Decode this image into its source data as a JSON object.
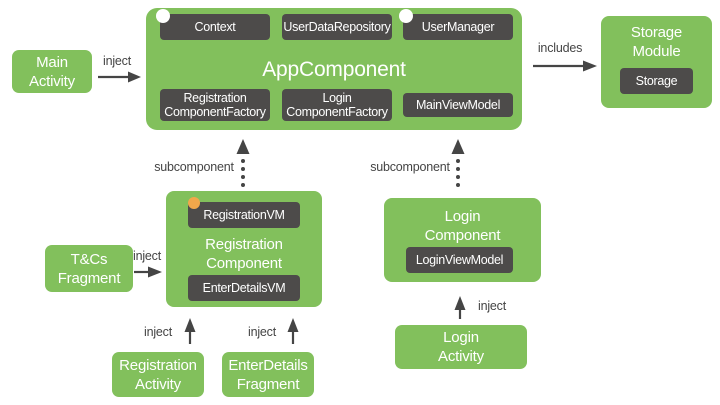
{
  "diagram_title": "Dagger component dependency diagram",
  "colors": {
    "node_green": "#82C05C",
    "chip_dark": "#4D4B4A",
    "arrow_gray": "#454545",
    "scope_dot_white": "#FFFFFF",
    "scope_dot_orange": "#F2A74B",
    "text_white": "#FFFFFF"
  },
  "app_component": {
    "title": "AppComponent",
    "provisions": [
      "Context",
      "UserDataRepository",
      "UserManager"
    ],
    "factories": [
      [
        "Registration",
        "ComponentFactory"
      ],
      [
        "Login",
        "ComponentFactory"
      ],
      [
        "MainViewModel",
        ""
      ]
    ]
  },
  "nodes": {
    "main_activity": {
      "lines": [
        "Main",
        "Activity"
      ]
    },
    "storage_module": {
      "lines": [
        "Storage",
        "Module"
      ],
      "inner": "Storage"
    },
    "registration_component": {
      "lines": [
        "Registration",
        "Component"
      ],
      "top_chip": "RegistrationVM",
      "bottom_chip": "EnterDetailsVM"
    },
    "login_component": {
      "lines": [
        "Login",
        "Component"
      ],
      "chip": "LoginViewModel"
    },
    "tcs_fragment": {
      "lines": [
        "T&Cs",
        "Fragment"
      ]
    },
    "registration_activity": {
      "lines": [
        "Registration",
        "Activity"
      ]
    },
    "enterdetails_fragment": {
      "lines": [
        "EnterDetails",
        "Fragment"
      ]
    },
    "login_activity": {
      "lines": [
        "Login",
        "Activity"
      ]
    }
  },
  "edges": {
    "main_inject": "inject",
    "includes": "includes",
    "sub_registration": "subcomponent",
    "sub_login": "subcomponent",
    "tcs_inject": "inject",
    "reg_activity_inject": "inject",
    "enterdetails_inject": "inject",
    "login_inject": "inject"
  }
}
